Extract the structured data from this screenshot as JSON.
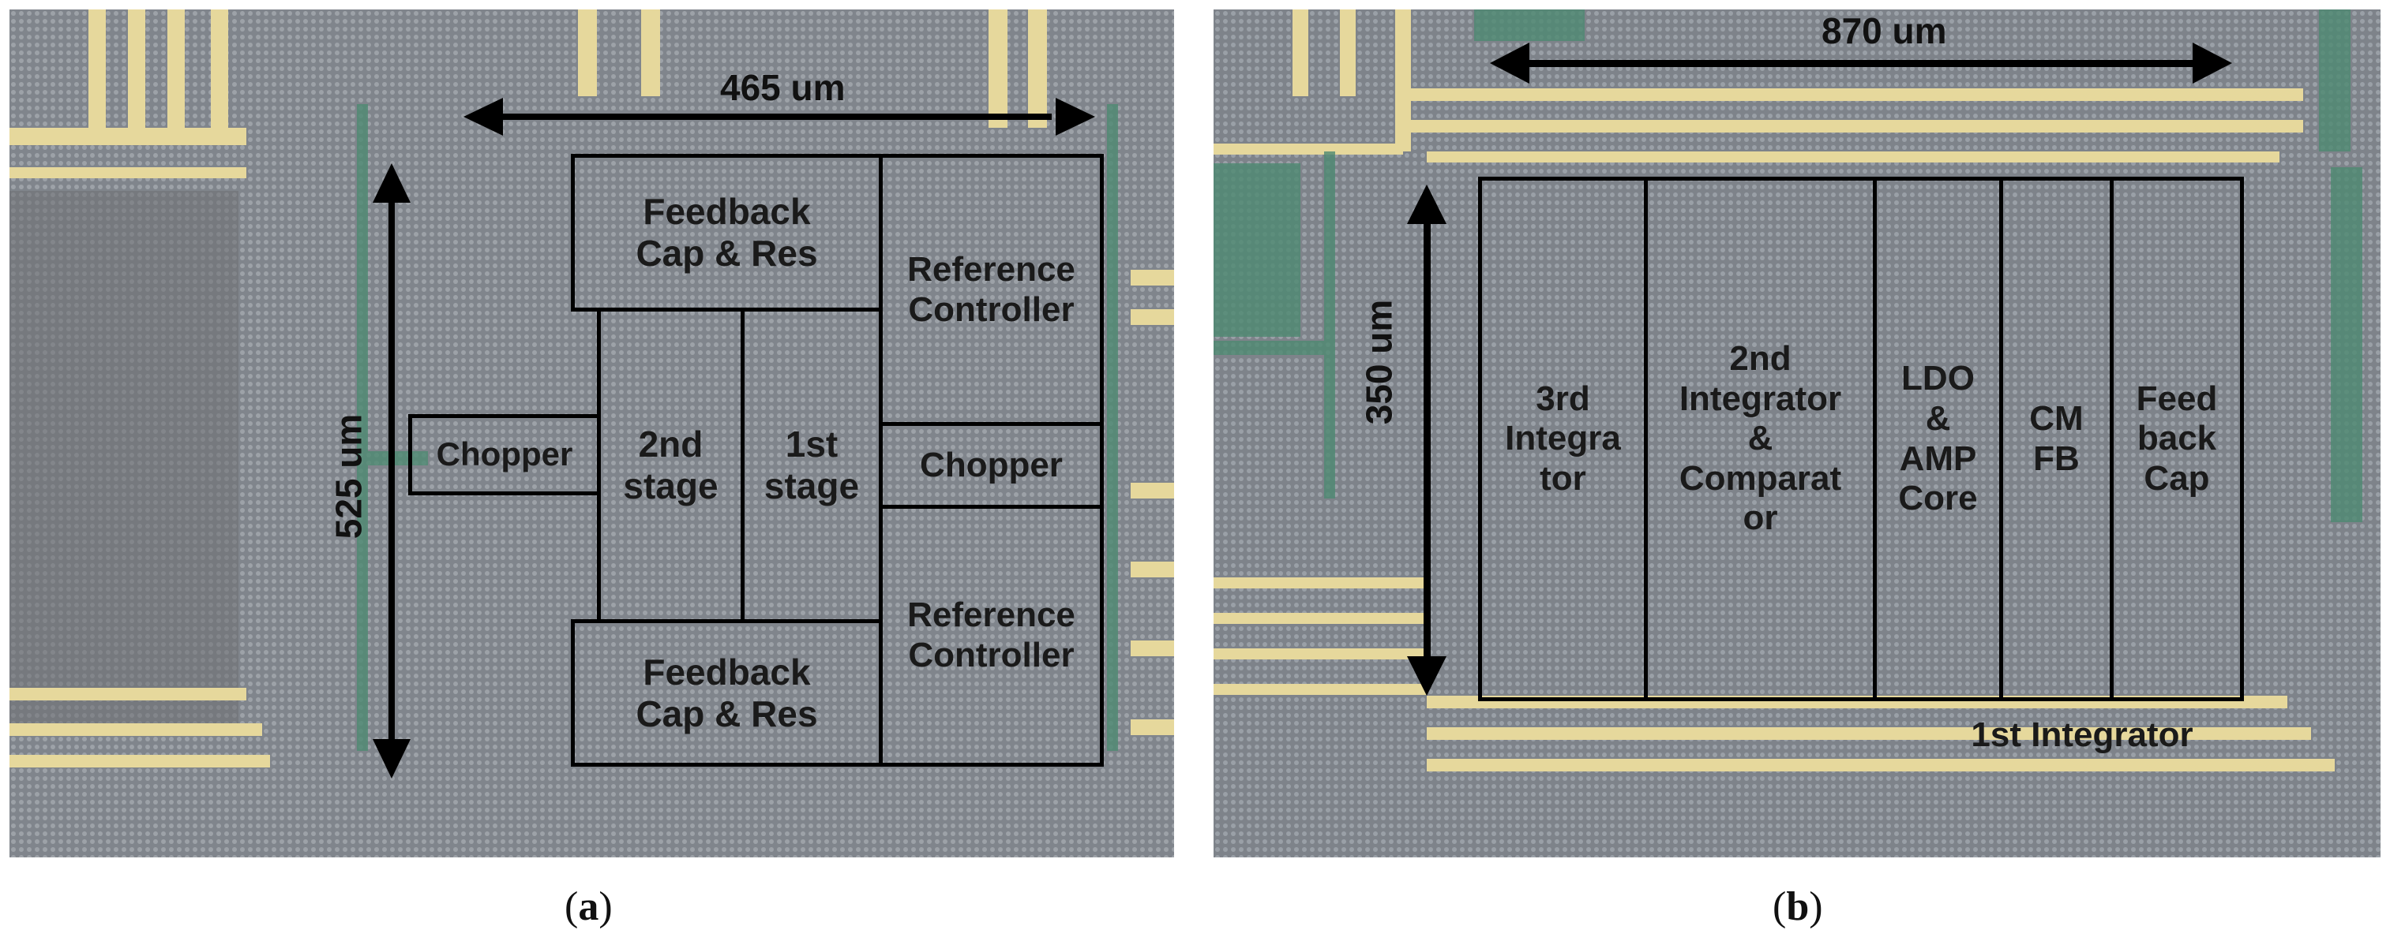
{
  "panel_a": {
    "caption_letter": "a",
    "width_dim": "465 um",
    "height_dim": "525 um",
    "blocks": {
      "feedback_top": "Feedback\nCap & Res",
      "reference_top": "Reference\nController",
      "chopper_left": "Chopper",
      "stage2": "2nd\nstage",
      "stage1": "1st\nstage",
      "chopper_right": "Chopper",
      "feedback_bottom": "Feedback\nCap & Res",
      "reference_bottom": "Reference\nController"
    }
  },
  "panel_b": {
    "caption_letter": "b",
    "width_dim": "870 um",
    "height_dim": "350 um",
    "blocks": {
      "integrator3": "3rd\nIntegra\ntor",
      "integrator2": "2nd\nIntegrator\n&\nComparat\nor",
      "ldo": "LDO\n&\nAMP\nCore",
      "cmfb": "CM\nFB",
      "feedback_cap": "Feed\nback\nCap",
      "integrator1": "1st Integrator"
    }
  },
  "colors": {
    "die_base": "#8a8f96",
    "metal_line": "#e9dca0",
    "trace_green": "#4e8a72",
    "outline": "#000000"
  }
}
